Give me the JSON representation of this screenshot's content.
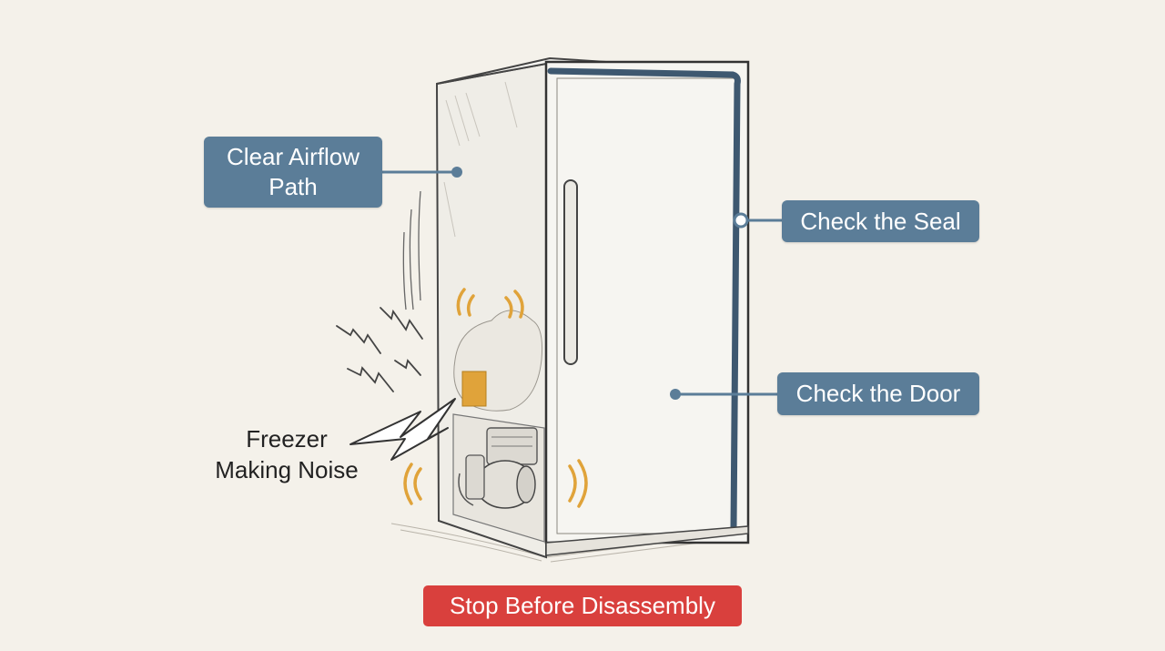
{
  "callouts": {
    "airflow": "Clear Airflow\nPath",
    "seal": "Check the Seal",
    "door": "Check the Door",
    "noise": "Freezer\nMaking Noise",
    "stop": "Stop Before Disassembly"
  },
  "colors": {
    "background": "#f4f1ea",
    "callout_fill": "#5b7d98",
    "warning_fill": "#d9403d",
    "gasket": "#3e5870",
    "highlight": "#e0a33a"
  },
  "icons": [
    "freezer-illustration",
    "lightning-bolt-icon",
    "sound-wave-icon",
    "compressor-icon"
  ]
}
